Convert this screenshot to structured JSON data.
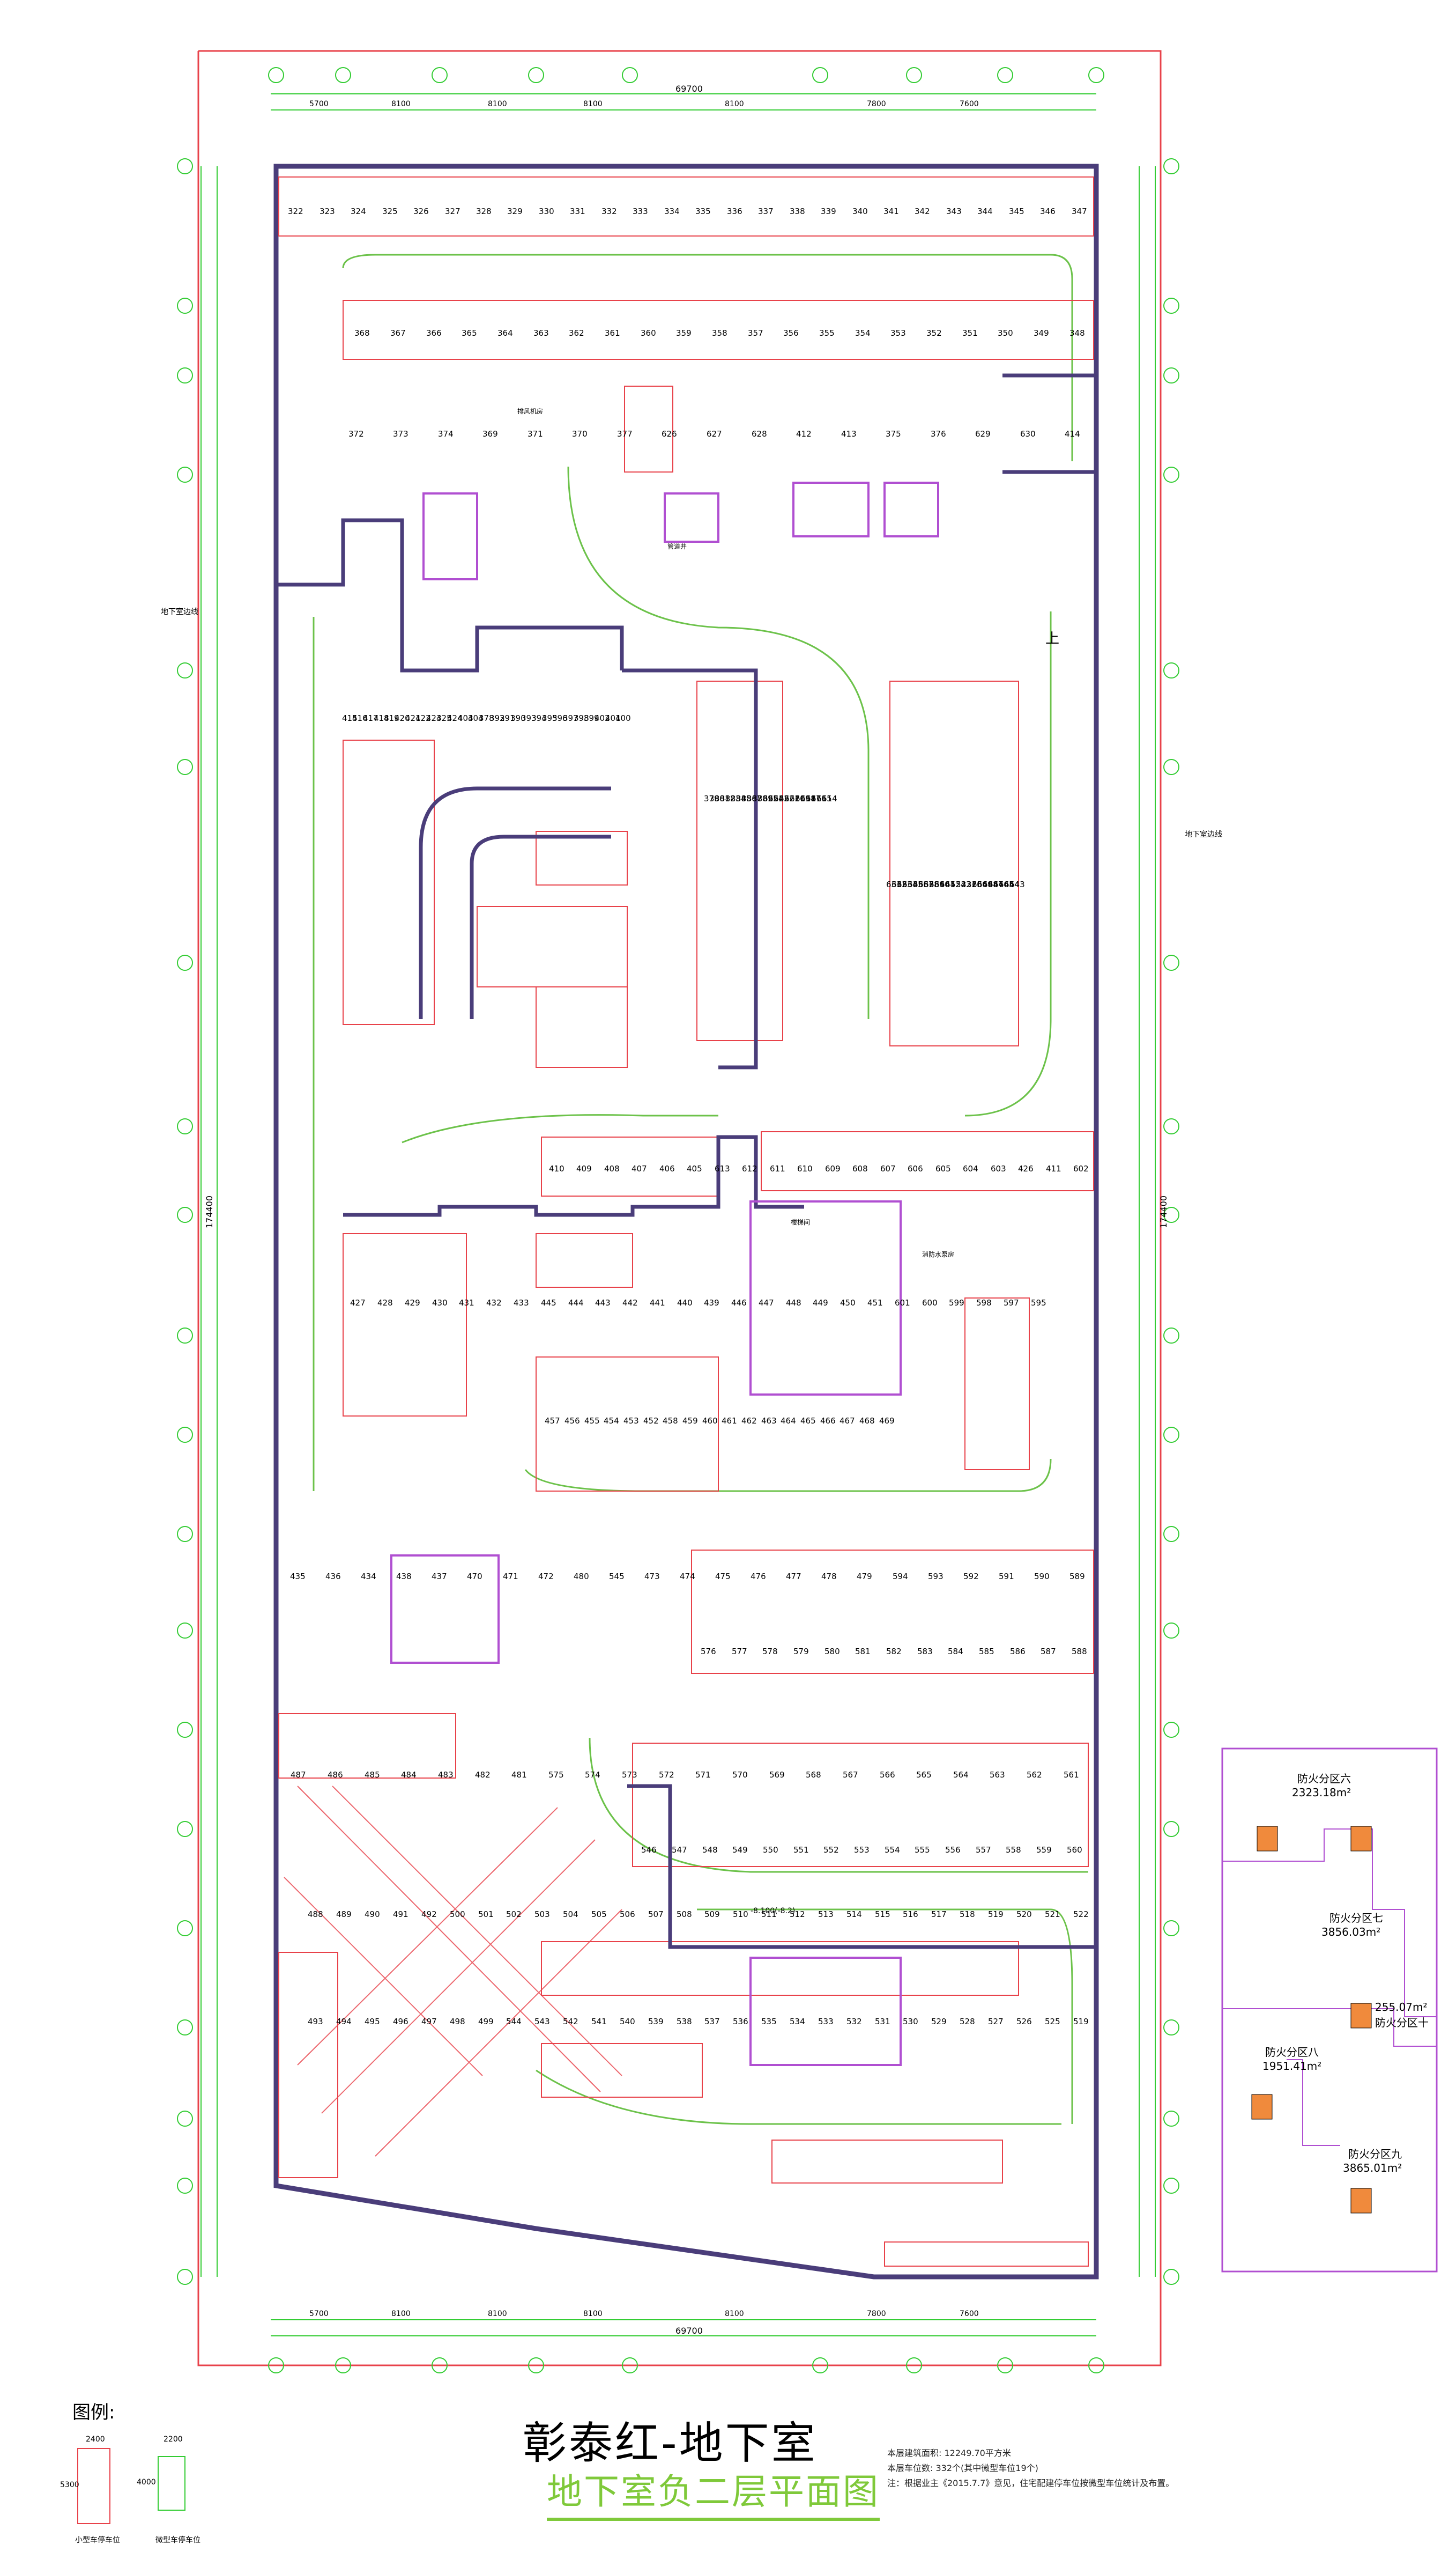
{
  "title": "彰泰红-地下室",
  "subtitle": "地下室负二层平面图",
  "legend": {
    "heading": "图例:",
    "items": [
      {
        "label": "小型车停车位",
        "w": "2400",
        "h": "5300"
      },
      {
        "label": "微型车停车位",
        "w": "2200",
        "h": "4000"
      }
    ]
  },
  "notes": [
    "本层建筑面积: 12249.70平方米",
    "本层车位数: 332个(其中微型车位19个)",
    "注：根据业主《2015.7.7》意见，住宅配建停车位按微型车位统计及布置。"
  ],
  "dims": {
    "total": "69700",
    "top_spans": [
      "5700",
      "8100",
      "8100",
      "8100",
      "8100",
      "7800",
      "7600"
    ],
    "total_v": "174400"
  },
  "annotations": {
    "ramp_line_left": "地下室边线",
    "ramp_line_right": "地下室边线",
    "up": "上",
    "level_mark": "-8.100(-8.2)"
  },
  "fire_zones": [
    {
      "name": "防火分区六",
      "area": "2323.18m²"
    },
    {
      "name": "防火分区七",
      "area": "3856.03m²"
    },
    {
      "name": "防火分区十",
      "area": "255.07m²"
    },
    {
      "name": "防火分区八",
      "area": "1951.41m²"
    },
    {
      "name": "防火分区九",
      "area": "3865.01m²"
    }
  ],
  "rooms": {
    "smoke_room": "排风机房",
    "stair": "楼梯间",
    "shaft": "管道井",
    "pump": "消防水泵房"
  },
  "parking_rows": [
    [
      "322",
      "323",
      "324",
      "325",
      "326",
      "327",
      "328",
      "329",
      "330",
      "331",
      "332",
      "333",
      "334",
      "335",
      "336",
      "337",
      "338",
      "339",
      "340",
      "341",
      "342",
      "343",
      "344",
      "345",
      "346",
      "347"
    ],
    [
      "368",
      "367",
      "366",
      "365",
      "364",
      "363",
      "362",
      "361",
      "360",
      "359",
      "358",
      "357",
      "356",
      "355",
      "354",
      "353",
      "352",
      "351",
      "350",
      "349",
      "348"
    ],
    [
      "372",
      "373",
      "374",
      "369",
      "371",
      "370",
      "377",
      "626",
      "627",
      "628",
      "412",
      "413",
      "375",
      "376",
      "629",
      "630",
      "414"
    ],
    [
      "415",
      "416",
      "417",
      "418",
      "419",
      "420",
      "421",
      "422",
      "423",
      "425",
      "424",
      "403",
      "404",
      "378",
      "392",
      "391",
      "390",
      "393",
      "394",
      "395",
      "396",
      "397",
      "398",
      "399",
      "402",
      "401",
      "400"
    ],
    [
      "379",
      "380",
      "381",
      "382",
      "383",
      "384",
      "385",
      "386",
      "387",
      "388",
      "389",
      "625",
      "624",
      "623",
      "622",
      "621",
      "620",
      "619",
      "618",
      "617",
      "616",
      "615",
      "614"
    ],
    [
      "631",
      "632",
      "633",
      "634",
      "635",
      "636",
      "637",
      "638",
      "639",
      "640",
      "641",
      "642",
      "524",
      "523",
      "321",
      "320",
      "650",
      "649",
      "648",
      "647",
      "646",
      "645",
      "644",
      "643"
    ],
    [
      "410",
      "409",
      "408",
      "407",
      "406",
      "405",
      "613",
      "612",
      "611",
      "610",
      "609",
      "608",
      "607",
      "606",
      "605",
      "604",
      "603",
      "426",
      "411",
      "602"
    ],
    [
      "427",
      "428",
      "429",
      "430",
      "431",
      "432",
      "433",
      "445",
      "444",
      "443",
      "442",
      "441",
      "440",
      "439",
      "446",
      "447",
      "448",
      "449",
      "450",
      "451",
      "601",
      "600",
      "599",
      "598",
      "597",
      "595"
    ],
    [
      "457",
      "456",
      "455",
      "454",
      "453",
      "452",
      "458",
      "459",
      "460",
      "461",
      "462",
      "463",
      "464",
      "465",
      "466",
      "467",
      "468",
      "469"
    ],
    [
      "435",
      "436",
      "434",
      "438",
      "437",
      "470",
      "471",
      "472",
      "480",
      "545",
      "473",
      "474",
      "475",
      "476",
      "477",
      "478",
      "479",
      "594",
      "593",
      "592",
      "591",
      "590",
      "589"
    ],
    [
      "576",
      "577",
      "578",
      "579",
      "580",
      "581",
      "582",
      "583",
      "584",
      "585",
      "586",
      "587",
      "588"
    ],
    [
      "487",
      "486",
      "485",
      "484",
      "483",
      "482",
      "481",
      "575",
      "574",
      "573",
      "572",
      "571",
      "570",
      "569",
      "568",
      "567",
      "566",
      "565",
      "564",
      "563",
      "562",
      "561"
    ],
    [
      "546",
      "547",
      "548",
      "549",
      "550",
      "551",
      "552",
      "553",
      "554",
      "555",
      "556",
      "557",
      "558",
      "559",
      "560"
    ],
    [
      "488",
      "489",
      "490",
      "491",
      "492",
      "500",
      "501",
      "502",
      "503",
      "504",
      "505",
      "506",
      "507",
      "508",
      "509",
      "510",
      "511",
      "512",
      "513",
      "514",
      "515",
      "516",
      "517",
      "518",
      "519",
      "520",
      "521",
      "522"
    ],
    [
      "493",
      "494",
      "495",
      "496",
      "497",
      "498",
      "499",
      "544",
      "543",
      "542",
      "541",
      "540",
      "539",
      "538",
      "537",
      "536",
      "535",
      "534",
      "533",
      "532",
      "531",
      "530",
      "529",
      "528",
      "527",
      "526",
      "525",
      "519"
    ]
  ]
}
